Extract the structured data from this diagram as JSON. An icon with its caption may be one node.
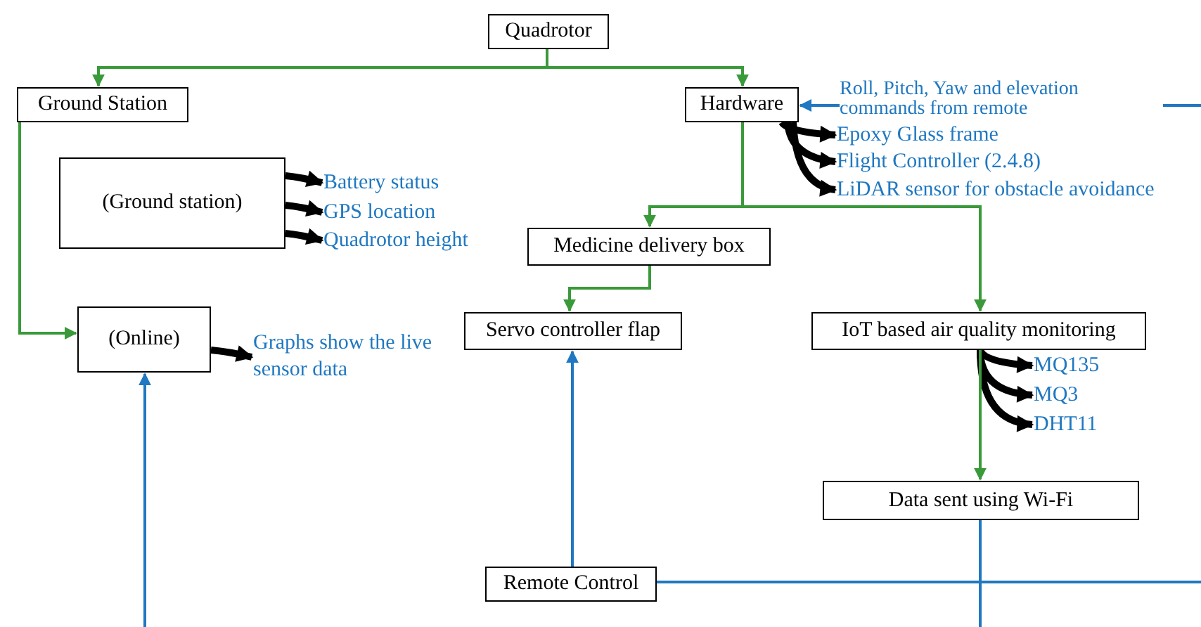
{
  "diagram": {
    "nodes": [
      {
        "text": [
          "Quadrotor"
        ]
      },
      {
        "text": [
          "Ground Station"
        ]
      },
      {
        "text": [
          "Hardware"
        ]
      },
      {
        "text": [
          "(Ground station)"
        ]
      },
      {
        "text": [
          "Battery status"
        ]
      },
      {
        "text": [
          "GPS location"
        ]
      },
      {
        "text": [
          "Quadrotor height"
        ]
      },
      {
        "text": [
          "Epoxy Glass frame"
        ]
      },
      {
        "text": [
          "Flight Controller (2.4.8)"
        ]
      },
      {
        "text": [
          "LiDAR sensor for obstacle avoidance"
        ]
      },
      {
        "text": [
          "Medicine delivery box"
        ]
      },
      {
        "text": [
          "(Online)"
        ]
      },
      {
        "text": [
          "Graphs show the live sensor data"
        ]
      },
      {
        "text": [
          "Servo controller flap"
        ]
      },
      {
        "text": [
          "IoT based air quality monitoring"
        ]
      },
      {
        "text": [
          "MQ135"
        ]
      },
      {
        "text": [
          "MQ3"
        ]
      },
      {
        "text": [
          "DHT11"
        ]
      },
      {
        "text": [
          "Data sent using Wi-Fi"
        ]
      },
      {
        "text": [
          "Remote Control"
        ]
      }
    ],
    "edges": [
      {
        "from": 0,
        "to": 1,
        "arrow": "to",
        "color": "#3a9a3a"
      },
      {
        "from": 0,
        "to": 2,
        "arrow": "to",
        "color": "#3a9a3a"
      },
      {
        "from": 1,
        "to": 11,
        "arrow": "to",
        "color": "#3a9a3a"
      },
      {
        "from": 3,
        "to": 4,
        "arrow": "to",
        "style": "thick"
      },
      {
        "from": 3,
        "to": 5,
        "arrow": "to",
        "style": "thick"
      },
      {
        "from": 3,
        "to": 6,
        "arrow": "to",
        "style": "thick"
      },
      {
        "from": 2,
        "to": 7,
        "arrow": "to",
        "style": "thick"
      },
      {
        "from": 2,
        "to": 8,
        "arrow": "to",
        "style": "thick"
      },
      {
        "from": 2,
        "to": 9,
        "arrow": "to",
        "style": "thick"
      },
      {
        "from": 2,
        "to": 10,
        "arrow": "to",
        "color": "#3a9a3a"
      },
      {
        "from": 2,
        "to": 14,
        "arrow": "to",
        "color": "#3a9a3a"
      },
      {
        "from": 11,
        "to": 12,
        "arrow": "to",
        "style": "thick"
      },
      {
        "from": 10,
        "to": 13,
        "arrow": "to",
        "color": "#3a9a3a"
      },
      {
        "from": 14,
        "to": 15,
        "arrow": "to",
        "style": "thick"
      },
      {
        "from": 14,
        "to": 16,
        "arrow": "to",
        "style": "thick"
      },
      {
        "from": 14,
        "to": 17,
        "arrow": "to",
        "style": "thick"
      },
      {
        "from": 14,
        "to": 18,
        "arrow": "to",
        "color": "#3a9a3a"
      },
      {
        "from": 19,
        "to": 13,
        "arrow": "to",
        "color": "#1f78c1"
      },
      {
        "from": null,
        "to": 2,
        "arrow": "to",
        "color": "#1f78c1",
        "label": "Roll, Pitch, Yaw and elevation commands from remote"
      },
      {
        "from": 19,
        "to": null,
        "arrow": "none",
        "color": "#1f78c1"
      },
      {
        "from": null,
        "to": 11,
        "arrow": "to",
        "color": "#1f78c1"
      },
      {
        "from": 18,
        "to": null,
        "arrow": "none",
        "color": "#1f78c1"
      }
    ]
  }
}
